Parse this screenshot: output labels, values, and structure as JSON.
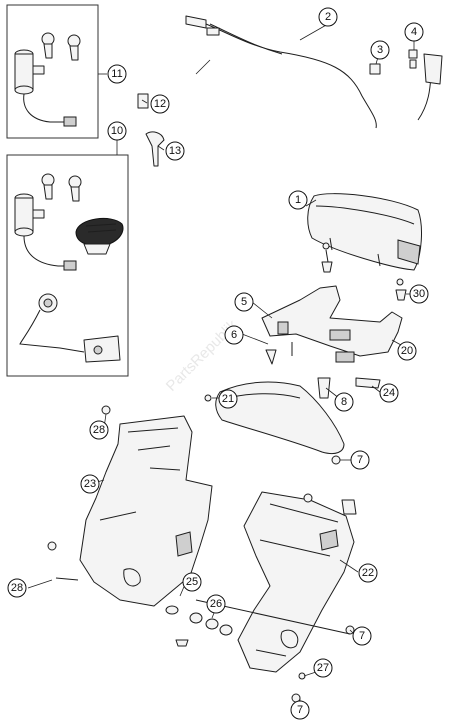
{
  "diagram": {
    "callouts": [
      "1",
      "2",
      "3",
      "4",
      "5",
      "6",
      "7",
      "7",
      "7",
      "7",
      "8",
      "10",
      "11",
      "12",
      "13",
      "20",
      "21",
      "22",
      "23",
      "24",
      "25",
      "26",
      "27",
      "28",
      "28",
      "30"
    ],
    "watermark": "PartsRepublik"
  }
}
